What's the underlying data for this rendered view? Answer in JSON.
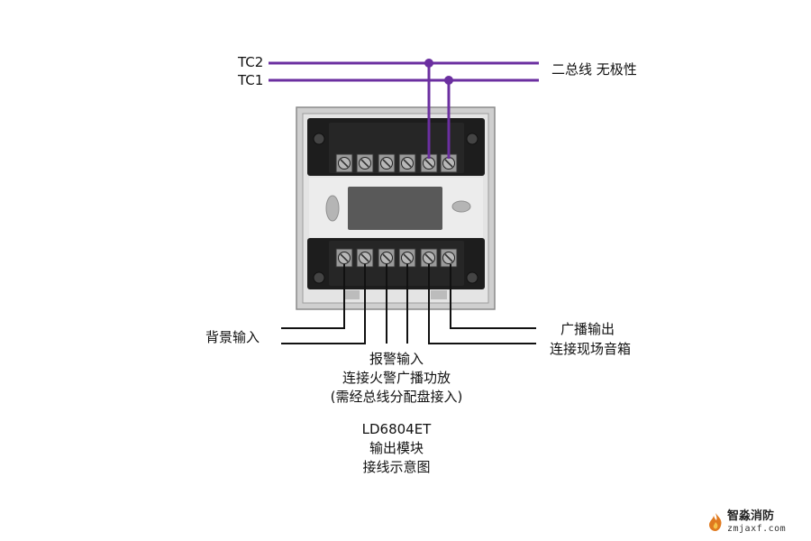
{
  "bus": {
    "tc2": "TC2",
    "tc1": "TC1",
    "bus_note": "二总线 无极性",
    "wire_color": "#6b2fa0"
  },
  "labels": {
    "background_input": "背景输入",
    "broadcast_output": "广播输出",
    "broadcast_output_sub": "连接现场音箱",
    "alarm_input": "报警输入",
    "alarm_input_sub": "连接火警广播功放",
    "alarm_input_note": "(需经总线分配盘接入)"
  },
  "caption": {
    "model": "LD6804ET",
    "type": "输出模块",
    "title": "接线示意图"
  },
  "watermark": {
    "name": "智淼消防",
    "url": "zmjaxf.com",
    "logo_icon": "flame-logo-icon"
  },
  "colors": {
    "module_body": "#d9d9d9",
    "terminal_block": "#1c1c1c",
    "screw": "#b8b8b8",
    "logo_orange": "#e07a1f"
  }
}
